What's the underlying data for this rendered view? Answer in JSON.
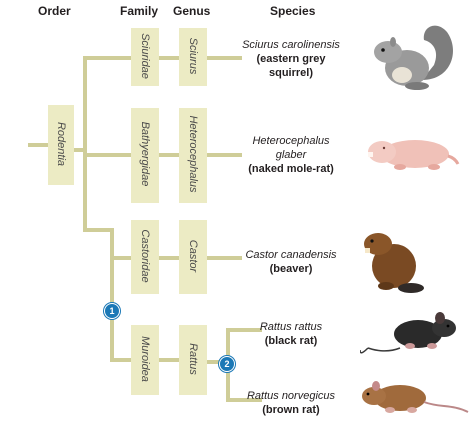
{
  "headers": {
    "order": "Order",
    "family": "Family",
    "genus": "Genus",
    "species": "Species"
  },
  "order": "Rodentia",
  "families": [
    "Sciuridae",
    "Bathyergidae",
    "Castoridae",
    "Muroidea"
  ],
  "genera": [
    "Sciurus",
    "Heterocephalus",
    "Castor",
    "Rattus"
  ],
  "species": [
    {
      "scientific": "Sciurus carolinensis",
      "common_line1": "(eastern grey",
      "common_line2": "squirrel)"
    },
    {
      "scientific_line1": "Heterocephalus",
      "scientific_line2": "glaber",
      "common": "(naked mole-rat)"
    },
    {
      "scientific": "Castor canadensis",
      "common": "(beaver)"
    },
    {
      "scientific": "Rattus rattus",
      "common": "(black rat)"
    },
    {
      "scientific": "Rattus norvegicus",
      "common": "(brown rat)"
    }
  ],
  "badges": [
    "1",
    "2"
  ],
  "colors": {
    "box": "#ecebc4",
    "line": "#cfcd98",
    "badge": "#1b78b6"
  },
  "animals": [
    "squirrel",
    "naked-mole-rat",
    "beaver",
    "black-rat",
    "brown-rat"
  ]
}
